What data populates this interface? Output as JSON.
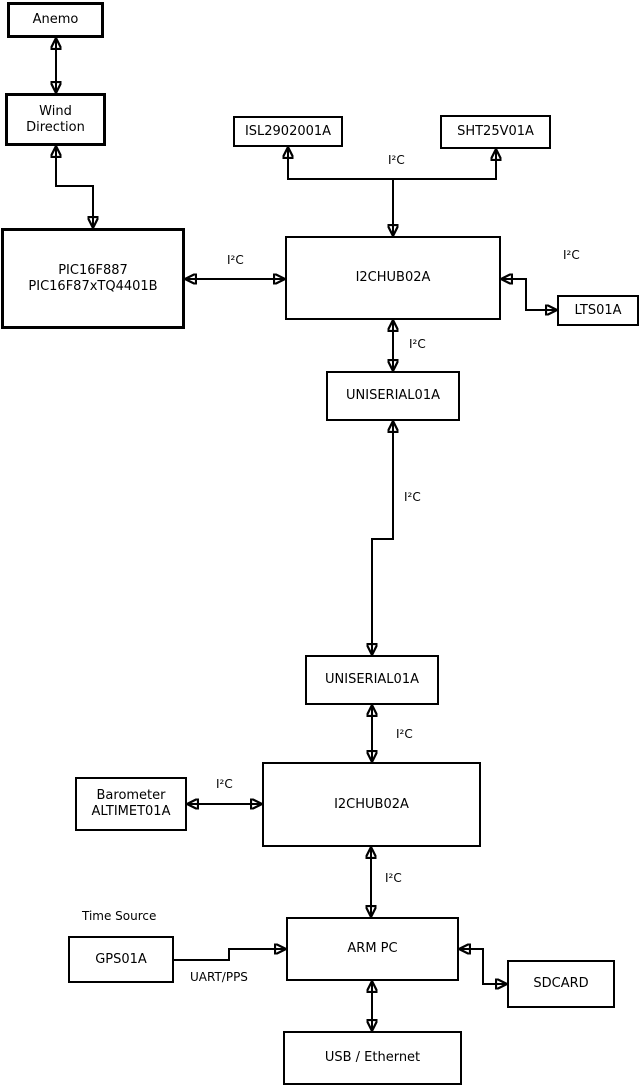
{
  "diagram": {
    "background": "#ffffff",
    "line_color": "#000000",
    "text_color": "#000000",
    "nodes": {
      "anemo": {
        "label": "Anemo"
      },
      "wind_direction": {
        "label": "Wind\nDirection"
      },
      "pic": {
        "label": "PIC16F887\nPIC16F87xTQ4401B"
      },
      "isl": {
        "label": "ISL2902001A"
      },
      "sht": {
        "label": "SHT25V01A"
      },
      "hub1": {
        "label": "I2CHUB02A"
      },
      "lts": {
        "label": "LTS01A"
      },
      "uniserial1": {
        "label": "UNISERIAL01A"
      },
      "uniserial2": {
        "label": "UNISERIAL01A"
      },
      "hub2": {
        "label": "I2CHUB02A"
      },
      "barometer": {
        "label": "Barometer\nALTIMET01A"
      },
      "arm_pc": {
        "label": "ARM PC"
      },
      "gps": {
        "label": "GPS01A"
      },
      "sdcard": {
        "label": "SDCARD"
      },
      "usb": {
        "label": "USB / Ethernet"
      }
    },
    "labels": {
      "i2c": "I²C",
      "uart_pps": "UART/PPS",
      "time_source": "Time Source"
    },
    "connections": [
      {
        "from": "Anemo",
        "to": "Wind Direction",
        "label": "",
        "bidirectional": true
      },
      {
        "from": "Wind Direction",
        "to": "PIC16F887 PIC16F87xTQ4401B",
        "label": "",
        "bidirectional": true
      },
      {
        "from": "PIC16F887 PIC16F87xTQ4401B",
        "to": "I2CHUB02A (upper)",
        "label": "I²C",
        "bidirectional": true
      },
      {
        "from": "I2CHUB02A (upper)",
        "to": "ISL2902001A",
        "label": "I²C",
        "bidirectional": true
      },
      {
        "from": "I2CHUB02A (upper)",
        "to": "SHT25V01A",
        "label": "I²C",
        "bidirectional": true
      },
      {
        "from": "I2CHUB02A (upper)",
        "to": "LTS01A",
        "label": "I²C",
        "bidirectional": true
      },
      {
        "from": "I2CHUB02A (upper)",
        "to": "UNISERIAL01A (upper)",
        "label": "I²C",
        "bidirectional": true
      },
      {
        "from": "UNISERIAL01A (upper)",
        "to": "UNISERIAL01A (lower)",
        "label": "I²C",
        "bidirectional": true
      },
      {
        "from": "UNISERIAL01A (lower)",
        "to": "I2CHUB02A (lower)",
        "label": "I²C",
        "bidirectional": true
      },
      {
        "from": "Barometer ALTIMET01A",
        "to": "I2CHUB02A (lower)",
        "label": "I²C",
        "bidirectional": true
      },
      {
        "from": "I2CHUB02A (lower)",
        "to": "ARM PC",
        "label": "I²C",
        "bidirectional": true
      },
      {
        "from": "GPS01A",
        "to": "ARM PC",
        "label": "UART/PPS",
        "bidirectional": false
      },
      {
        "from": "ARM PC",
        "to": "SDCARD",
        "label": "",
        "bidirectional": true
      },
      {
        "from": "ARM PC",
        "to": "USB / Ethernet",
        "label": "",
        "bidirectional": true
      }
    ]
  }
}
